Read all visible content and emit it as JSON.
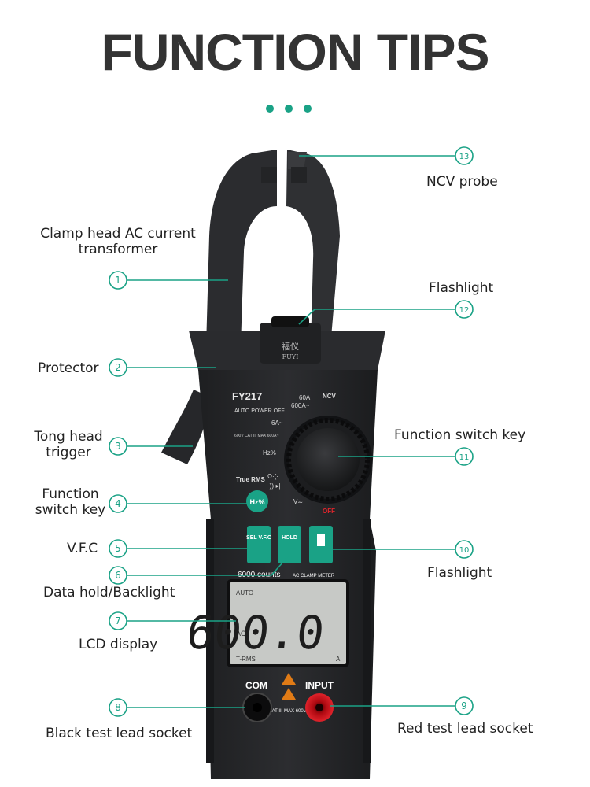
{
  "title": "FUNCTION TIPS",
  "accent_color": "#1aa286",
  "device": {
    "logo_cn": "福仪",
    "logo_en": "FUYI",
    "model": "FY217",
    "auto_power": "AUTO POWER OFF",
    "cat": "600V CAT III MAX 600A~",
    "dial": {
      "a60": "60A",
      "a600": "600A~",
      "ncv": "NCV",
      "a6": "6A~",
      "hz": "Hz%",
      "ohm": "Ω·(·",
      "diode": "·))·▸|",
      "vac": "V≂",
      "off": "OFF"
    },
    "true_rms": "True RMS",
    "hz_btn": "Hz%",
    "sel_btn": "SEL V.F.C",
    "hold_btn": "HOLD",
    "counts": "6000 counts",
    "counts_sub": "AC CLAMP METER",
    "lcd": {
      "auto": "AUTO",
      "ac": "AC",
      "reading": "600.0",
      "trms": "T-RMS",
      "unit": "A"
    },
    "com": "COM",
    "input": "INPUT",
    "socket_text": "CAT III MAX 600V≂"
  },
  "callouts": [
    {
      "num": "1",
      "label": "Clamp head AC current transformer"
    },
    {
      "num": "2",
      "label": "Protector"
    },
    {
      "num": "3",
      "label": "Tong head trigger"
    },
    {
      "num": "4",
      "label": "Function switch key"
    },
    {
      "num": "5",
      "label": "V.F.C"
    },
    {
      "num": "6",
      "label": "Data hold/Backlight"
    },
    {
      "num": "7",
      "label": "LCD display"
    },
    {
      "num": "8",
      "label": "Black test lead socket"
    },
    {
      "num": "9",
      "label": "Red test lead socket"
    },
    {
      "num": "10",
      "label": "Flashlight"
    },
    {
      "num": "11",
      "label": "Function switch key"
    },
    {
      "num": "12",
      "label": "Flashlight"
    },
    {
      "num": "13",
      "label": "NCV probe"
    }
  ]
}
